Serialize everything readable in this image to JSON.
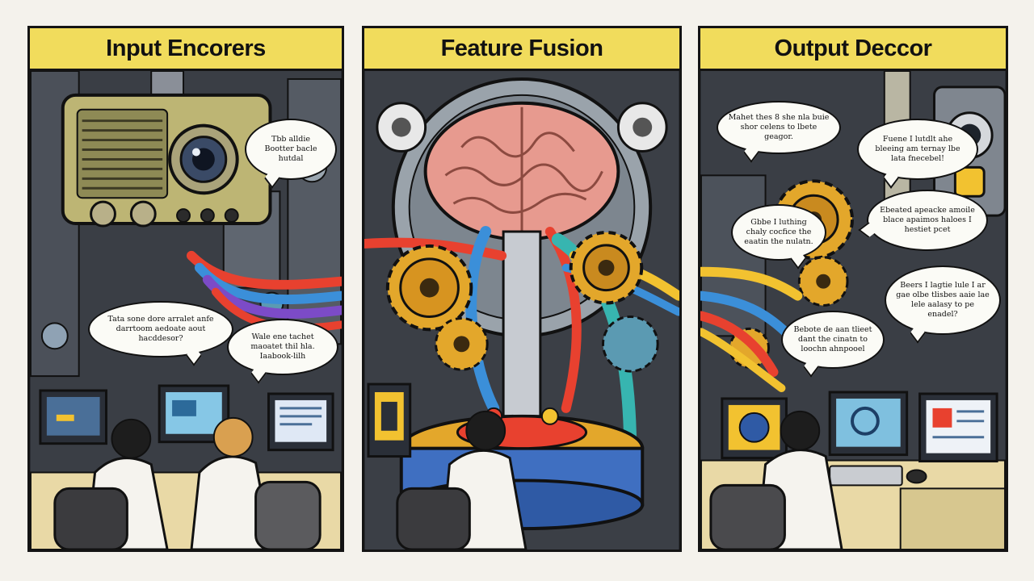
{
  "panels": [
    {
      "title": "Input Encorers",
      "bubbles": [
        "Tbb alldie Bootter bacle hutdal",
        "Tata sone dore arralet anfe darrtoom aedoate aout hacddesor?",
        "Wale ene tachet maoatet thil hla. Iaabook-lilh"
      ]
    },
    {
      "title": "Feature Fusion",
      "bubbles": []
    },
    {
      "title": "Output Deccor",
      "bubbles": [
        "Mahet thes 8 she nla buie shor celens to lbete geagor.",
        "Fuene I lutdlt ahe bleeing am ternay lbe lata fnecebel!",
        "Ebeated apeacke amoile blace apaimos haloes I hestiet pcet",
        "Gbbe I luthing chaly cocfice the eaatin the nulatn.",
        "Beers I lagtie lule I ar gae olbe tlisbes aaie lae lele aalasy to pe enadel?",
        "Bebote de aan tlieet dant the cinatn to loochn ahnpooel"
      ]
    }
  ],
  "colors": {
    "caption_bg": "#f1dc5c",
    "cable_red": "#e8412f",
    "cable_blue": "#3b8fd9",
    "cable_purple": "#7c4bc7",
    "cable_yellow": "#f2c230",
    "brain": "#e79a8f",
    "gear": "#e3a72b"
  },
  "icons": [
    "speaker-radio",
    "camera-lens",
    "brain",
    "gear",
    "monitor",
    "office-chair",
    "scientist",
    "keyboard",
    "mouse",
    "fusion-reactor",
    "cable"
  ]
}
